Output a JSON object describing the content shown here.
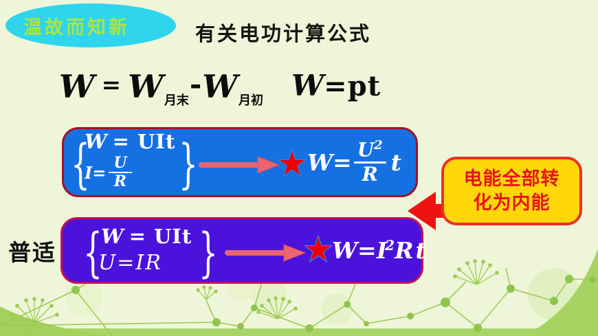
{
  "badge": {
    "text": "温故而知新"
  },
  "header": {
    "title": "有关电功计算公式"
  },
  "top_formulas": {
    "monthly": {
      "lhs": "W",
      "equals": "=",
      "term1_base": "W",
      "term1_sub": "月末",
      "minus": "-",
      "term2_base": "W",
      "term2_sub": "月初"
    },
    "power": {
      "lhs": "W",
      "rhs": "=pt"
    }
  },
  "blue_box": {
    "brace_left": "{",
    "brace_right": "}",
    "eq1_lhs": "W",
    "eq1_rhs": "= UIt",
    "eq2_lhs": "I=",
    "eq2_num": "U",
    "eq2_den": "R",
    "result": {
      "lhs": "W=",
      "num_base": "U",
      "num_sup": "2",
      "den": "R",
      "suffix": "t"
    }
  },
  "yellow_box": {
    "line1": "电能全部转",
    "line2": "化为内能"
  },
  "purple_box": {
    "label": "普适",
    "brace_left": "{",
    "brace_right": "}",
    "eq1_lhs": "W",
    "eq1_rhs": "= UIt",
    "eq2": "U=IR",
    "result": {
      "lhs": "W=",
      "base": "I",
      "sup": "2",
      "mid": "R",
      "suffix": "t"
    }
  },
  "colors": {
    "background": "#eff5d9",
    "badge_fill": "#2ed5ec",
    "badge_text": "#abe542",
    "blue_box": "#1570e2",
    "blue_box_border": "#a01325",
    "purple_box": "#4b12dc",
    "purple_box_border": "#c81050",
    "yellow_box": "#ffd60a",
    "yellow_box_border": "#e73125",
    "red_arrow": "#ee1212",
    "pink_arrow": "#ec6570",
    "star_fill": "#ee0000",
    "star_outline": "#3a7bd5",
    "decor_green": "#9ccb55"
  }
}
